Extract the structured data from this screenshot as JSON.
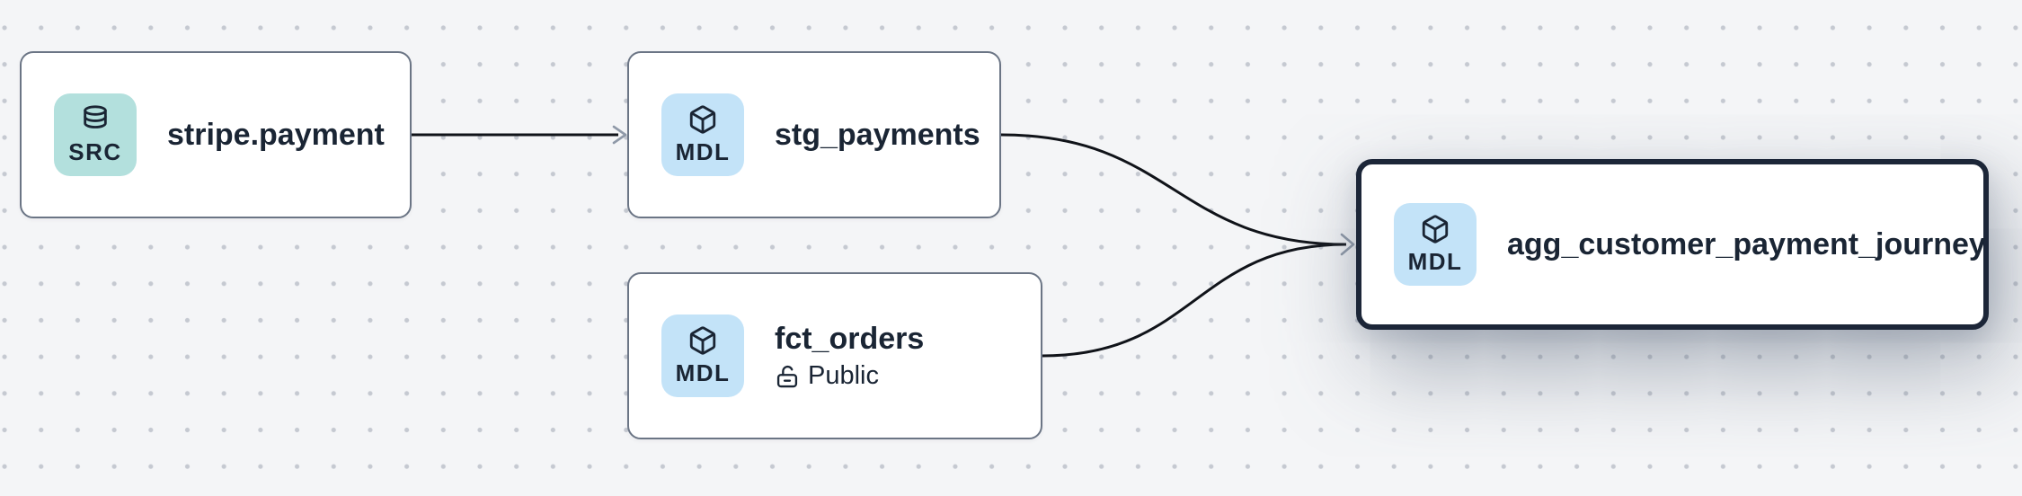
{
  "canvas": {
    "kind": "lineage-graph",
    "background_color": "#f4f5f7",
    "dot_grid_color": "#c5c9d1",
    "edge_color": "#101319",
    "arrowhead_color": "#8f99a8"
  },
  "nodes": {
    "stripe_payment": {
      "title": "stripe.payment",
      "badge_label": "SRC",
      "badge_icon": "database-icon",
      "badge_color": "#b3e0dd",
      "selected": false
    },
    "stg_payments": {
      "title": "stg_payments",
      "badge_label": "MDL",
      "badge_icon": "cube-icon",
      "badge_color": "#c3e3f8",
      "selected": false
    },
    "fct_orders": {
      "title": "fct_orders",
      "badge_label": "MDL",
      "badge_icon": "cube-icon",
      "badge_color": "#c3e3f8",
      "subtitle": "Public",
      "subtitle_icon": "lock-open-icon",
      "selected": false
    },
    "agg_customer_payment_journey": {
      "title": "agg_customer_payment_journey",
      "badge_label": "MDL",
      "badge_icon": "cube-icon",
      "badge_color": "#c3e3f8",
      "selected": true,
      "selected_border_color": "#1c2638"
    }
  },
  "edges": [
    {
      "from": "stripe.payment",
      "to": "stg_payments"
    },
    {
      "from": "stg_payments",
      "to": "agg_customer_payment_journey"
    },
    {
      "from": "fct_orders",
      "to": "agg_customer_payment_journey"
    }
  ]
}
